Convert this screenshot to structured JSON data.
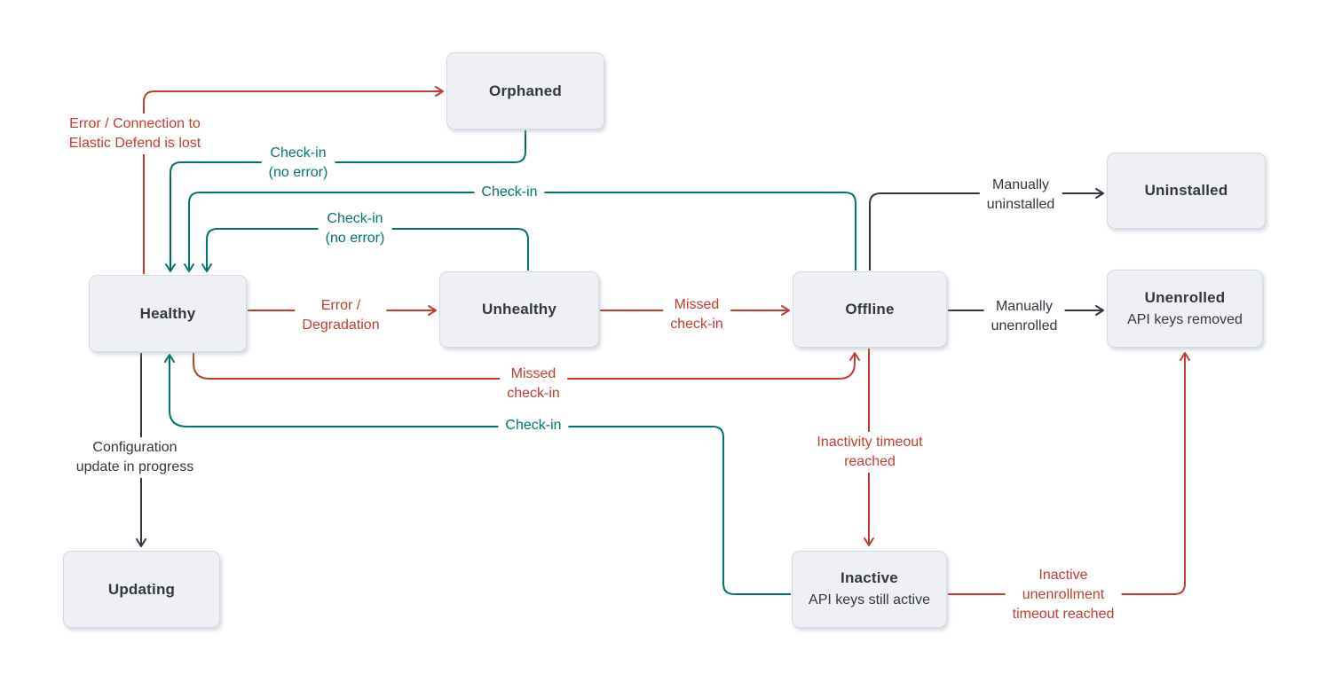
{
  "diagram": {
    "kind": "agent-state-diagram",
    "colors": {
      "red": "#c23b31",
      "teal": "#00756b",
      "dark": "#343741",
      "node_fill": "#eef0f3",
      "node_border": "#d3dae6",
      "node_text": "#343741",
      "background": "#ffffff"
    },
    "nodes": [
      {
        "id": "orphaned",
        "title": "Orphaned"
      },
      {
        "id": "healthy",
        "title": "Healthy"
      },
      {
        "id": "unhealthy",
        "title": "Unhealthy"
      },
      {
        "id": "offline",
        "title": "Offline"
      },
      {
        "id": "uninstalled",
        "title": "Uninstalled"
      },
      {
        "id": "unenrolled",
        "title": "Unenrolled",
        "subtitle": "API keys removed"
      },
      {
        "id": "updating",
        "title": "Updating"
      },
      {
        "id": "inactive",
        "title": "Inactive",
        "subtitle": "API keys still active"
      }
    ],
    "edges": [
      {
        "id": "healthy-orphaned",
        "from": "healthy",
        "to": "orphaned",
        "color": "red",
        "label": [
          "Error / Connection to",
          "Elastic Defend is lost"
        ]
      },
      {
        "id": "orphaned-healthy",
        "from": "orphaned",
        "to": "healthy",
        "color": "teal",
        "label": [
          "Check-in",
          "(no error)"
        ]
      },
      {
        "id": "offline-healthy",
        "from": "offline",
        "to": "healthy",
        "color": "teal",
        "label": [
          "Check-in"
        ]
      },
      {
        "id": "unhealthy-healthy",
        "from": "unhealthy",
        "to": "healthy",
        "color": "teal",
        "label": [
          "Check-in",
          "(no error)"
        ]
      },
      {
        "id": "healthy-unhealthy",
        "from": "healthy",
        "to": "unhealthy",
        "color": "red",
        "label": [
          "Error /",
          "Degradation"
        ]
      },
      {
        "id": "unhealthy-offline",
        "from": "unhealthy",
        "to": "offline",
        "color": "red",
        "label": [
          "Missed",
          "check-in"
        ]
      },
      {
        "id": "offline-uninstalled",
        "from": "offline",
        "to": "uninstalled",
        "color": "dark",
        "label": [
          "Manually",
          "uninstalled"
        ]
      },
      {
        "id": "offline-unenrolled",
        "from": "offline",
        "to": "unenrolled",
        "color": "dark",
        "label": [
          "Manually",
          "unenrolled"
        ]
      },
      {
        "id": "healthy-offline",
        "from": "healthy",
        "to": "offline",
        "color": "red",
        "label": [
          "Missed",
          "check-in"
        ]
      },
      {
        "id": "inactive-healthy",
        "from": "inactive",
        "to": "healthy",
        "color": "teal",
        "label": [
          "Check-in"
        ]
      },
      {
        "id": "healthy-updating",
        "from": "healthy",
        "to": "updating",
        "color": "dark",
        "label": [
          "Configuration",
          "update in progress"
        ]
      },
      {
        "id": "offline-inactive",
        "from": "offline",
        "to": "inactive",
        "color": "red",
        "label": [
          "Inactivity timeout",
          "reached"
        ]
      },
      {
        "id": "inactive-unenrolled",
        "from": "inactive",
        "to": "unenrolled",
        "color": "red",
        "label": [
          "Inactive",
          "unenrollment",
          "timeout reached"
        ]
      }
    ]
  }
}
